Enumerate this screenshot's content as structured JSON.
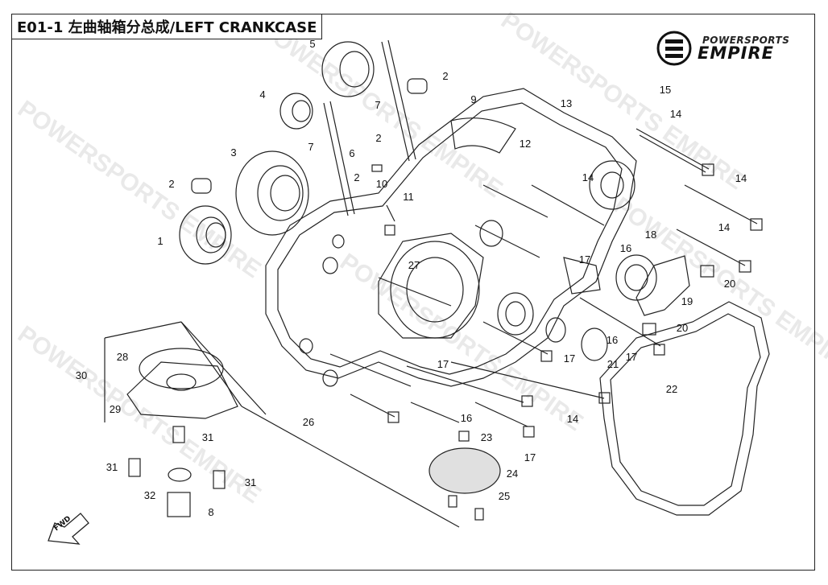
{
  "title": "E01-1 左曲轴箱分总成/LEFT CRANKCASE",
  "logo": {
    "top": "POWERSPORTS",
    "main": "EMPIRE"
  },
  "fwd": "FWD",
  "watermark": "POWERSPORTS EMPIRE",
  "callouts": [
    "1",
    "2",
    "2",
    "2",
    "2",
    "3",
    "4",
    "5",
    "6",
    "7",
    "7",
    "8",
    "9",
    "10",
    "11",
    "12",
    "13",
    "14",
    "14",
    "14",
    "14",
    "14",
    "15",
    "16",
    "16",
    "16",
    "17",
    "17",
    "17",
    "17",
    "17",
    "18",
    "19",
    "20",
    "20",
    "21",
    "22",
    "23",
    "24",
    "25",
    "26",
    "27",
    "28",
    "29",
    "30",
    "31",
    "31",
    "31",
    "32"
  ]
}
